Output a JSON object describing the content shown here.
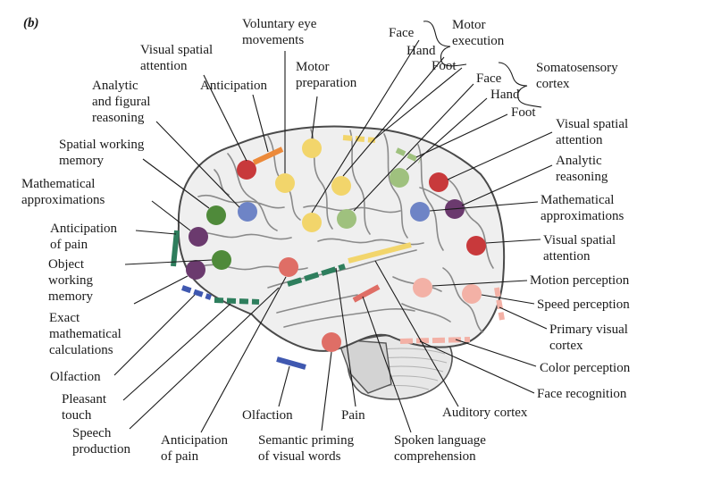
{
  "panel_label": "(b)",
  "colors": {
    "red": "#c8393b",
    "blue": "#6e84c6",
    "green": "#4f8a3a",
    "light_green": "#9fc17e",
    "yellow": "#f2d56b",
    "purple": "#6b3a6e",
    "salmon": "#df6e66",
    "pink": "#f3b1a6",
    "orange": "#ec8a3a",
    "teal": "#2e7e5d",
    "navy": "#3f58b0"
  },
  "groups": {
    "motor": {
      "title": "Motor execution",
      "items": [
        "Face",
        "Hand",
        "Foot"
      ]
    },
    "somatosensory": {
      "title": "Somatosensory cortex",
      "items": [
        "Face",
        "Hand",
        "Foot"
      ]
    }
  },
  "labels": {
    "voluntary_eye": "Voluntary eye movements",
    "visual_spatial_top": "Visual spatial attention",
    "anticipation": "Anticipation",
    "motor_prep": "Motor preparation",
    "analytic_figural": "Analytic and figural reasoning",
    "spatial_wm": "Spatial working memory",
    "math_approx_left": "Mathematical approximations",
    "anticipation_pain_left": "Anticipation of pain",
    "object_wm": "Object working memory",
    "exact_math": "Exact mathematical calculations",
    "olfaction_left": "Olfaction",
    "pleasant_touch": "Pleasant touch",
    "speech": "Speech production",
    "anticipation_pain_bottom": "Anticipation of pain",
    "olfaction_bottom": "Olfaction",
    "semantic": "Semantic priming of visual words",
    "pain": "Pain",
    "spoken": "Spoken language comprehension",
    "auditory": "Auditory cortex",
    "visual_spatial_r1": "Visual spatial attention",
    "analytic_reasoning": "Analytic reasoning",
    "math_approx_right": "Mathematical approximations",
    "visual_spatial_r2": "Visual spatial attention",
    "motion": "Motion perception",
    "speed": "Speed perception",
    "primary_visual": "Primary visual cortex",
    "color": "Color perception",
    "face_recog": "Face recognition"
  }
}
